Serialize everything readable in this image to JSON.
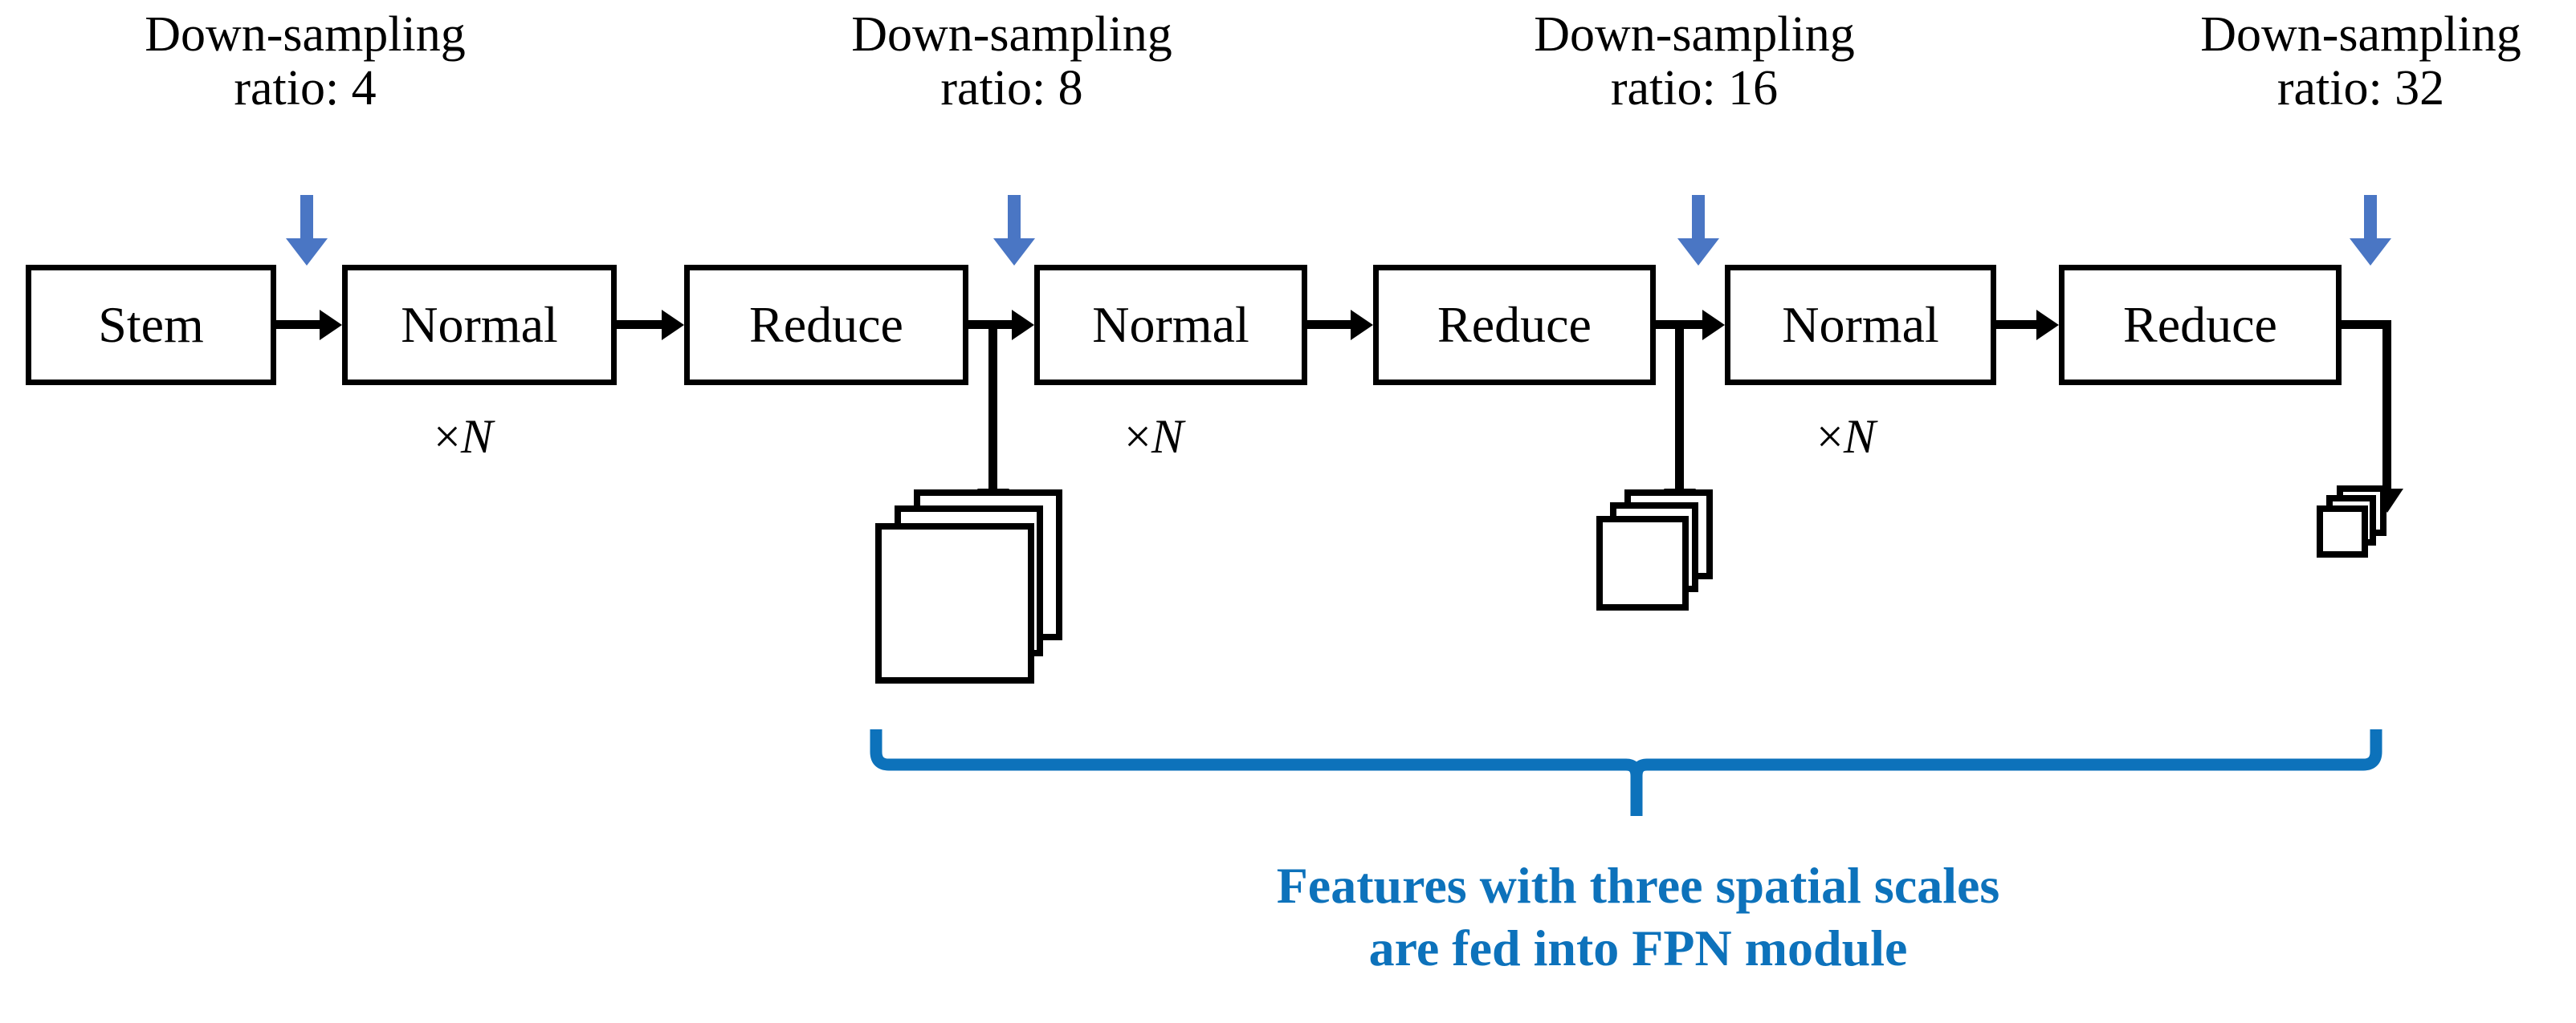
{
  "figure": {
    "type": "diagram",
    "subject": "Backbone network with feature pyramid outputs",
    "colors": {
      "arrow_blue": "#4a76c4",
      "brace_blue": "#0d72bb",
      "caption_blue": "#0d72bb",
      "line_black": "#000000",
      "background": "#ffffff"
    }
  },
  "downsampling_captions": [
    {
      "line1": "Down-sampling",
      "line2": "ratio: 4",
      "ratio": 4
    },
    {
      "line1": "Down-sampling",
      "line2": "ratio: 8",
      "ratio": 8
    },
    {
      "line1": "Down-sampling",
      "line2": "ratio: 16",
      "ratio": 16
    },
    {
      "line1": "Down-sampling",
      "line2": "ratio: 32",
      "ratio": 32
    }
  ],
  "stages": [
    {
      "label": "Stem"
    },
    {
      "label": "Normal"
    },
    {
      "label": "Reduce"
    },
    {
      "label": "Normal"
    },
    {
      "label": "Reduce"
    },
    {
      "label": "Normal"
    },
    {
      "label": "Reduce"
    }
  ],
  "repeat_labels": [
    {
      "text": "×",
      "italic": "N"
    },
    {
      "text": "×",
      "italic": "N"
    },
    {
      "text": "×",
      "italic": "N"
    }
  ],
  "feature_maps": [
    {
      "scale": "large",
      "downsampling_ratio": 8,
      "count": 3
    },
    {
      "scale": "medium",
      "downsampling_ratio": 16,
      "count": 3
    },
    {
      "scale": "small",
      "downsampling_ratio": 32,
      "count": 3
    }
  ],
  "brace_caption": {
    "line1": "Features with three spatial scales",
    "line2": "are fed into FPN module"
  }
}
